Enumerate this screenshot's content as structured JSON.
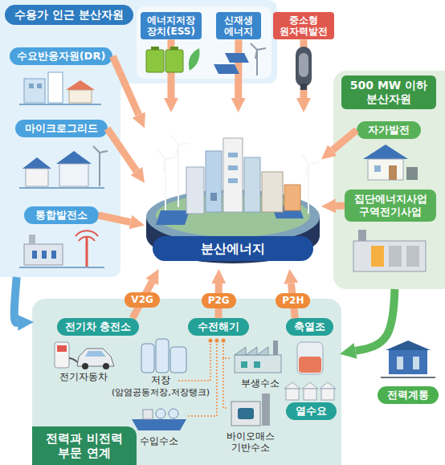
{
  "diagram": {
    "nodes": [
      {
        "text": [
          "수용가 인근 분산자원"
        ]
      },
      {
        "text": [
          "수요반응자원(DR)"
        ],
        "in": 0
      },
      {
        "text": [
          "에너지저장 장치(ESS)"
        ],
        "in": 0
      },
      {
        "text": [
          "신재생 에너지"
        ],
        "in": 0
      },
      {
        "text": [
          "마이크로그리드"
        ],
        "in": 0
      },
      {
        "text": [
          "통합발전소"
        ],
        "in": 0
      },
      {
        "text": [
          "중소형 원자력발전"
        ]
      },
      {
        "text": [
          "500 MW 이하 분산자원"
        ]
      },
      {
        "text": [
          "자가발전"
        ],
        "in": 7
      },
      {
        "text": [
          "집단에너지사업 구역전기사업"
        ],
        "in": 7
      },
      {
        "text": [
          "분산에너지"
        ]
      },
      {
        "text": [
          "전력과 비전력 부문 연계"
        ]
      },
      {
        "text": [
          "전기차 충전소"
        ],
        "in": 11
      },
      {
        "text": [
          "수전해기"
        ],
        "in": 11
      },
      {
        "text": [
          "축열조"
        ],
        "in": 11
      },
      {
        "text": [
          "열수요"
        ],
        "in": 11
      },
      {
        "text": [
          "전력계통"
        ]
      }
    ],
    "edges": [
      {
        "from": 1,
        "to": 10,
        "arrow": "to"
      },
      {
        "from": 2,
        "to": 10,
        "arrow": "to"
      },
      {
        "from": 3,
        "to": 10,
        "arrow": "to"
      },
      {
        "from": 6,
        "to": 10,
        "arrow": "to"
      },
      {
        "from": 4,
        "to": 10,
        "arrow": "to"
      },
      {
        "from": 5,
        "to": 10,
        "arrow": "to"
      },
      {
        "from": 8,
        "to": 10,
        "arrow": "to"
      },
      {
        "from": 9,
        "to": 10,
        "arrow": "to"
      },
      {
        "from": 12,
        "to": 10,
        "label": "V2G",
        "arrow": "to"
      },
      {
        "from": 13,
        "to": 10,
        "label": "P2G",
        "arrow": "to"
      },
      {
        "from": 14,
        "to": 10,
        "label": "P2H",
        "arrow": "to"
      },
      {
        "from": 0,
        "to": 11,
        "arrow": "to"
      },
      {
        "from": 7,
        "to": 11,
        "arrow": "to"
      }
    ],
    "labels": [
      "전기자동차",
      "저장",
      "(암염공동저장,저장탱크)",
      "수입수소",
      "부생수소",
      "바이오매스 기반수소"
    ]
  }
}
